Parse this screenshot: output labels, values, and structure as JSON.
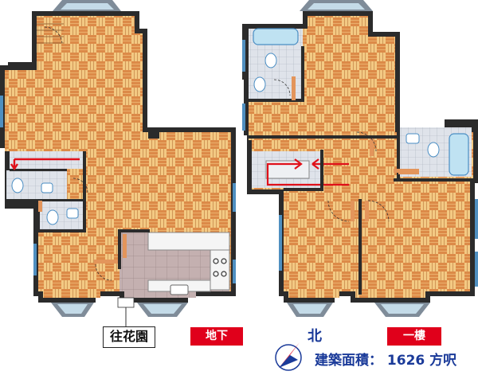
{
  "labels": {
    "garden": "往花園",
    "basement": "地下",
    "ground_floor": "一樓",
    "north": "北",
    "area_label": "建築面積：",
    "area_value": "1626",
    "area_unit": "方呎"
  },
  "colors": {
    "parquet_light": "#f3c983",
    "parquet_dark": "#dc8a48",
    "parquet_line": "#b8753a",
    "wall": "#2b2b2b",
    "bath_tile": "#dfe3ea",
    "kitchen_tile": "#c4b0b0",
    "window_frame": "#7f8c99",
    "window_glass": "#c4dbe8",
    "arrow_red": "#e0101a",
    "accent_red": "#e0001b",
    "accent_blue": "#1a3a99",
    "door_orange": "#e3955b"
  }
}
